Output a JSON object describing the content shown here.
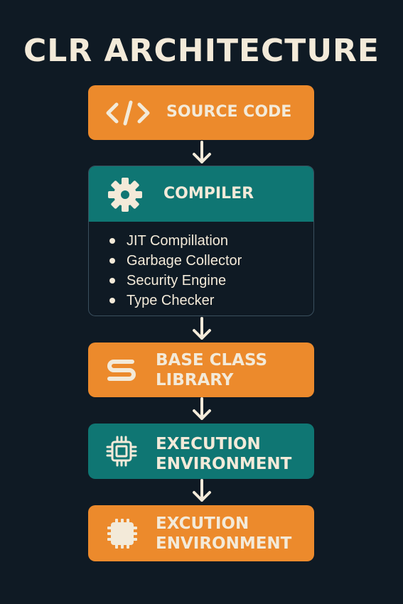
{
  "title": "CLR ARCHITECTURE",
  "nodes": [
    {
      "id": "source",
      "label": "SOURCE CODE",
      "icon": "code-icon",
      "color": "#ec8a2c"
    },
    {
      "id": "compiler",
      "label": "COMPILER",
      "icon": "gear-icon",
      "color": "#0f7673",
      "items": [
        "JIT Compillation",
        "Garbage Collector",
        "Security Engine",
        "Type Checker"
      ]
    },
    {
      "id": "bcl",
      "label_lines": [
        "BASE CLASS",
        "LIBRARY"
      ],
      "icon": "library-icon",
      "color": "#ec8a2c"
    },
    {
      "id": "exec1",
      "label_lines": [
        "EXECUTION",
        "ENVIRONMENT"
      ],
      "icon": "chip-icon",
      "color": "#0f7673"
    },
    {
      "id": "exec2",
      "label_lines": [
        "EXCUTION",
        "ENVIRONMENT"
      ],
      "icon": "chip-filled-icon",
      "color": "#ec8a2c"
    }
  ],
  "colors": {
    "background": "#0f1a24",
    "text": "#f3ead9",
    "orange": "#ec8a2c",
    "teal": "#0f7673"
  }
}
